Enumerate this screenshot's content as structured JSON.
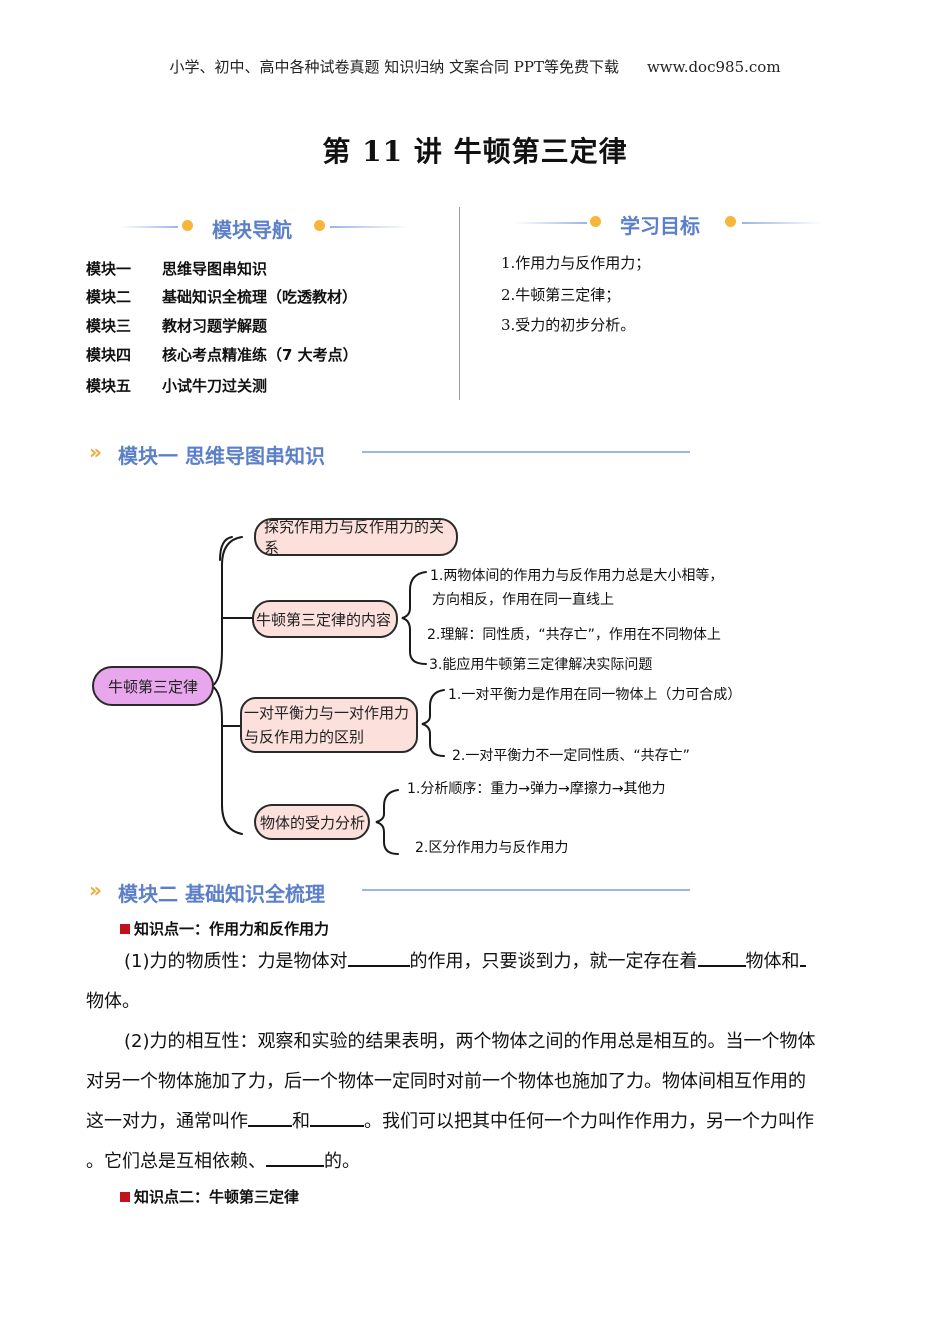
{
  "header": {
    "text": "小学、初中、高中各种试卷真题  知识归纳  文案合同  PPT等免费下载",
    "site": "www.doc985.com"
  },
  "title": "第 11 讲  牛顿第三定律",
  "nav": {
    "heading": "模块导航",
    "items": [
      {
        "num": "模块一",
        "label": "思维导图串知识"
      },
      {
        "num": "模块二",
        "label": "基础知识全梳理（吃透教材）"
      },
      {
        "num": "模块三",
        "label": "教材习题学解题"
      },
      {
        "num": "模块四",
        "label": "核心考点精准练（7 大考点）"
      },
      {
        "num": "模块五",
        "label": "小试牛刀过关测"
      }
    ]
  },
  "goals": {
    "heading": "学习目标",
    "items": [
      "1.作用力与反作用力；",
      "2.牛顿第三定律；",
      "3.受力的初步分析。"
    ]
  },
  "module1": {
    "title": "模块一 思维导图串知识",
    "root": "牛顿第三定律",
    "branches": [
      {
        "label": "探究作用力与反作用力的关系"
      },
      {
        "label": "牛顿第三定律的内容",
        "leaves": [
          "1.两物体间的作用力与反作用力总是大小相等，",
          "方向相反，作用在同一直线上",
          "2.理解：同性质，“共存亡”，作用在不同物体上",
          "3.能应用牛顿第三定律解决实际问题"
        ]
      },
      {
        "label_line1": "一对平衡力与一对作用力",
        "label_line2": "与反作用力的区别",
        "leaves": [
          "1.一对平衡力是作用在同一物体上（力可合成）",
          "2.一对平衡力不一定同性质、“共存亡”"
        ]
      },
      {
        "label": "物体的受力分析",
        "leaves": [
          "1.分析顺序：重力→弹力→摩擦力→其他力",
          "2.区分作用力与反作用力"
        ]
      }
    ]
  },
  "module2": {
    "title": "模块二 基础知识全梳理",
    "kp1": "知识点一：作用力和反作用力",
    "p1": {
      "a": "(1)力的物质性：力是物体对",
      "b": "的作用，只要谈到力，就一定存在着",
      "c": "物体和",
      "d": "物体。"
    },
    "p2": {
      "a": "(2)力的相互性：观察和实验的结果表明，两个物体之间的作用总是相互的。当一个物体",
      "b": "对另一个物体施加了力，后一个物体一定同时对前一个物体也施加了力。物体间相互作用的",
      "c": "这一对力，通常叫作",
      "d": "和",
      "e": "。我们可以把其中任何一个力叫作作用力，另一个力叫作",
      "f": "。它们总是互相依赖、",
      "g": "的。"
    },
    "kp2": "知识点二：牛顿第三定律"
  }
}
